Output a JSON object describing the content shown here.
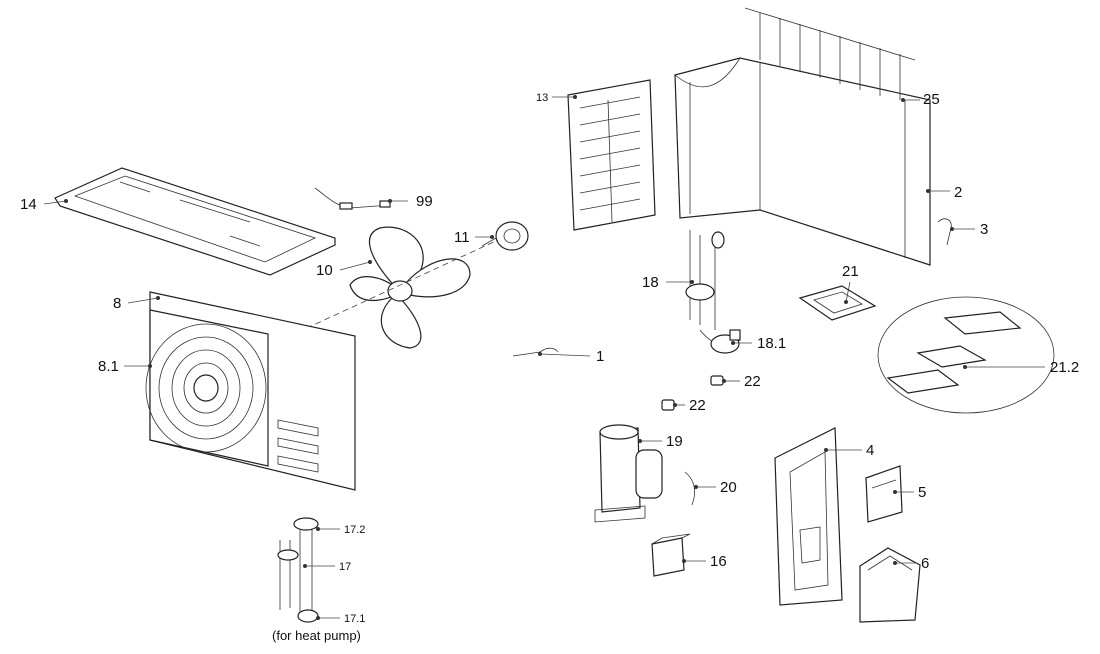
{
  "callouts": [
    {
      "id": "14",
      "text": "14"
    },
    {
      "id": "99",
      "text": "99"
    },
    {
      "id": "11",
      "text": "11"
    },
    {
      "id": "10",
      "text": "10"
    },
    {
      "id": "8",
      "text": "8"
    },
    {
      "id": "8.1",
      "text": "8.1"
    },
    {
      "id": "13",
      "text": "13"
    },
    {
      "id": "25",
      "text": "25"
    },
    {
      "id": "2",
      "text": "2"
    },
    {
      "id": "3",
      "text": "3"
    },
    {
      "id": "18",
      "text": "18"
    },
    {
      "id": "18.1",
      "text": "18.1"
    },
    {
      "id": "21",
      "text": "21"
    },
    {
      "id": "21.2",
      "text": "21.2"
    },
    {
      "id": "1",
      "text": "1"
    },
    {
      "id": "22a",
      "text": "22"
    },
    {
      "id": "22b",
      "text": "22"
    },
    {
      "id": "19",
      "text": "19"
    },
    {
      "id": "20",
      "text": "20"
    },
    {
      "id": "4",
      "text": "4"
    },
    {
      "id": "5",
      "text": "5"
    },
    {
      "id": "6",
      "text": "6"
    },
    {
      "id": "16",
      "text": "16"
    },
    {
      "id": "17.2",
      "text": "17.2"
    },
    {
      "id": "17",
      "text": "17"
    },
    {
      "id": "17.1",
      "text": "17.1"
    }
  ],
  "note": "(for heat pump)"
}
